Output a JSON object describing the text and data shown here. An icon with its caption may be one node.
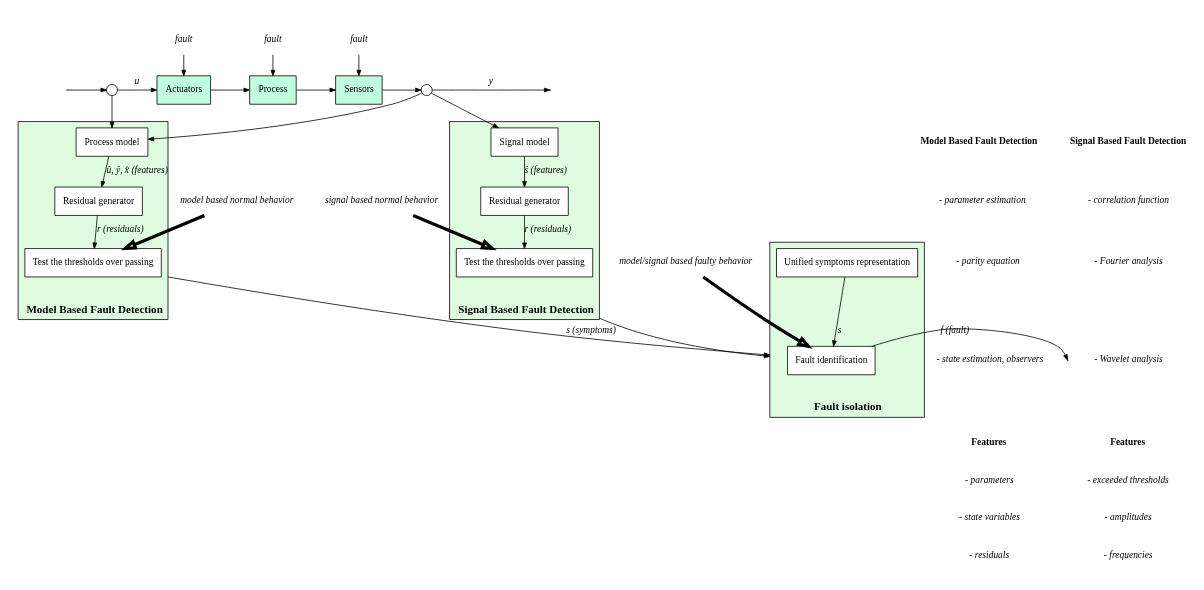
{
  "diagram": {
    "nodes": [
      {
        "text": [
          "fault"
        ]
      },
      {
        "text": [
          "fault"
        ]
      },
      {
        "text": [
          "fault"
        ]
      },
      {
        "text": [],
        "shape": "circle"
      },
      {
        "text": [
          "Actuators"
        ]
      },
      {
        "text": [
          "Process"
        ]
      },
      {
        "text": [
          "Sensors"
        ]
      },
      {
        "text": [],
        "shape": "circle"
      },
      {
        "text": [
          "Model Based Fault Detection"
        ]
      },
      {
        "text": [
          "Process model"
        ],
        "in": 8
      },
      {
        "text": [
          "Residual generator"
        ],
        "in": 8
      },
      {
        "text": [
          "Test the thresholds over passing"
        ],
        "in": 8
      },
      {
        "text": [
          "model based normal behavior"
        ]
      },
      {
        "text": [
          "Signal Based Fault Detection"
        ]
      },
      {
        "text": [
          "Signal model"
        ],
        "in": 13
      },
      {
        "text": [
          "Residual generator"
        ],
        "in": 13
      },
      {
        "text": [
          "Test the thresholds over passing"
        ],
        "in": 13
      },
      {
        "text": [
          "signal based normal behavior"
        ]
      },
      {
        "text": [
          "Fault isolation"
        ]
      },
      {
        "text": [
          "Unified symptoms representation"
        ],
        "in": 18
      },
      {
        "text": [
          "Fault identification"
        ],
        "in": 18
      },
      {
        "text": [
          "model/signal based faulty behavior"
        ]
      }
    ],
    "edges": [
      {
        "from": null,
        "to": 3,
        "arrow": "to"
      },
      {
        "from": 3,
        "to": 4,
        "arrow": "to",
        "label": "u"
      },
      {
        "from": 4,
        "to": 5,
        "arrow": "to"
      },
      {
        "from": 5,
        "to": 6,
        "arrow": "to"
      },
      {
        "from": 6,
        "to": 7,
        "arrow": "to"
      },
      {
        "from": 7,
        "to": null,
        "arrow": "to",
        "label": "y"
      },
      {
        "from": 0,
        "to": 4,
        "arrow": "to"
      },
      {
        "from": 1,
        "to": 5,
        "arrow": "to"
      },
      {
        "from": 2,
        "to": 6,
        "arrow": "to"
      },
      {
        "from": 3,
        "to": 9,
        "arrow": "to"
      },
      {
        "from": 7,
        "to": 9,
        "arrow": "to"
      },
      {
        "from": 7,
        "to": 14,
        "arrow": "to"
      },
      {
        "from": 9,
        "to": 10,
        "arrow": "to",
        "label": "û, ŷ, x̂ (features)"
      },
      {
        "from": 10,
        "to": 11,
        "arrow": "to",
        "label": "r (residuals)"
      },
      {
        "from": 12,
        "to": 11,
        "arrow": "to",
        "style": "thick"
      },
      {
        "from": 14,
        "to": 15,
        "arrow": "to",
        "label": "ŝ (features)"
      },
      {
        "from": 15,
        "to": 16,
        "arrow": "to",
        "label": "r (residuals)"
      },
      {
        "from": 17,
        "to": 16,
        "arrow": "to",
        "style": "thick"
      },
      {
        "from": 8,
        "to": 18,
        "arrow": "to",
        "label": "s (symptoms)"
      },
      {
        "from": 13,
        "to": 18,
        "arrow": "to"
      },
      {
        "from": 21,
        "to": 20,
        "arrow": "to",
        "style": "thick"
      },
      {
        "from": 19,
        "to": 20,
        "arrow": "to",
        "label": "s"
      },
      {
        "from": 20,
        "to": null,
        "arrow": "to",
        "label": "f (fault)"
      }
    ],
    "labels": [
      "Model Based Fault Detection",
      "- parameter estimation",
      "- parity equation",
      "- state estimation, observers",
      "Features",
      "- parameters",
      "- state variables",
      "- residuals",
      "Signal Based Fault Detection",
      "- correlation function",
      "- Fourier analysis",
      "- Wavelet analysis",
      "Features",
      "- exceeded thresholds",
      "- amplitudes",
      "- frequencies"
    ]
  }
}
